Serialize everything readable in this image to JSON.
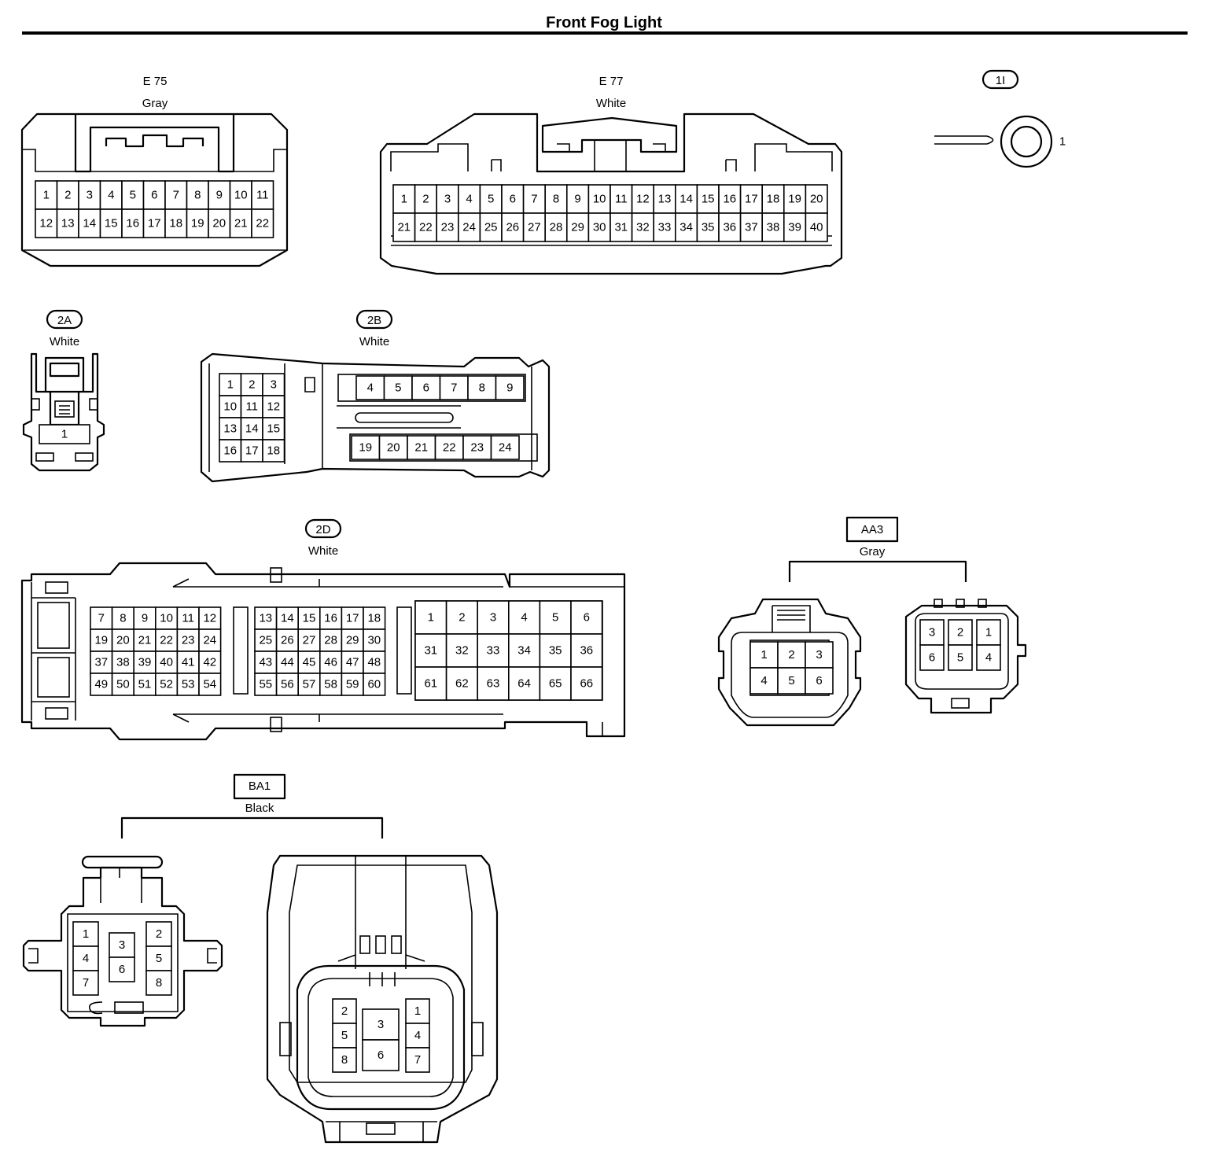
{
  "title": "Front Fog Light",
  "connectors": {
    "e75": {
      "id": "E 75",
      "color": "Gray",
      "pins": [
        "1",
        "2",
        "3",
        "4",
        "5",
        "6",
        "7",
        "8",
        "9",
        "10",
        "11",
        "12",
        "13",
        "14",
        "15",
        "16",
        "17",
        "18",
        "19",
        "20",
        "21",
        "22"
      ]
    },
    "e77": {
      "id": "E 77",
      "color": "White",
      "pins": [
        "1",
        "2",
        "3",
        "4",
        "5",
        "6",
        "7",
        "8",
        "9",
        "10",
        "11",
        "12",
        "13",
        "14",
        "15",
        "16",
        "17",
        "18",
        "19",
        "20",
        "21",
        "22",
        "23",
        "24",
        "25",
        "26",
        "27",
        "28",
        "29",
        "30",
        "31",
        "32",
        "33",
        "34",
        "35",
        "36",
        "37",
        "38",
        "39",
        "40"
      ]
    },
    "c1i": {
      "id": "1I",
      "pins": [
        "1"
      ]
    },
    "c2a": {
      "id": "2A",
      "color": "White",
      "pins": [
        "1"
      ]
    },
    "c2b": {
      "id": "2B",
      "color": "White",
      "pins": [
        "1",
        "2",
        "3",
        "10",
        "11",
        "12",
        "13",
        "14",
        "15",
        "16",
        "17",
        "18",
        "4",
        "5",
        "6",
        "7",
        "8",
        "9",
        "19",
        "20",
        "21",
        "22",
        "23",
        "24"
      ]
    },
    "c2d": {
      "id": "2D",
      "color": "White",
      "pins": [
        "7",
        "8",
        "9",
        "10",
        "11",
        "12",
        "19",
        "20",
        "21",
        "22",
        "23",
        "24",
        "37",
        "38",
        "39",
        "40",
        "41",
        "42",
        "49",
        "50",
        "51",
        "52",
        "53",
        "54",
        "13",
        "14",
        "15",
        "16",
        "17",
        "18",
        "25",
        "26",
        "27",
        "28",
        "29",
        "30",
        "43",
        "44",
        "45",
        "46",
        "47",
        "48",
        "55",
        "56",
        "57",
        "58",
        "59",
        "60",
        "1",
        "2",
        "3",
        "4",
        "5",
        "6",
        "31",
        "32",
        "33",
        "34",
        "35",
        "36",
        "61",
        "62",
        "63",
        "64",
        "65",
        "66"
      ]
    },
    "aa3": {
      "id": "AA3",
      "color": "Gray",
      "female_pins": [
        "1",
        "2",
        "3",
        "4",
        "5",
        "6"
      ],
      "male_pins": [
        "3",
        "2",
        "1",
        "6",
        "5",
        "4"
      ]
    },
    "ba1": {
      "id": "BA1",
      "color": "Black",
      "left_pins": [
        "1",
        "4",
        "7",
        "3",
        "6",
        "2",
        "5",
        "8"
      ],
      "right_pins": [
        "2",
        "5",
        "8",
        "3",
        "6",
        "1",
        "4",
        "7"
      ]
    }
  }
}
